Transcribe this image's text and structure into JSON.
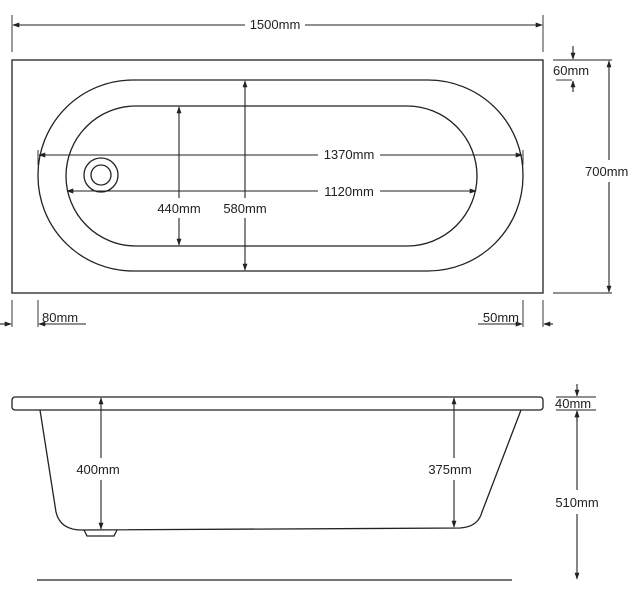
{
  "plan_view": {
    "overall_length": "1500mm",
    "overall_width": "700mm",
    "rim_offset_top": "60mm",
    "inner_length_top": "1370mm",
    "inner_length_bottom": "1120mm",
    "inner_width_bottom": "440mm",
    "inner_width_top": "580mm",
    "rim_offset_left": "80mm",
    "rim_offset_right": "50mm"
  },
  "side_view": {
    "rim_thickness": "40mm",
    "depth_left": "400mm",
    "depth_right": "375mm",
    "body_height": "510mm"
  }
}
